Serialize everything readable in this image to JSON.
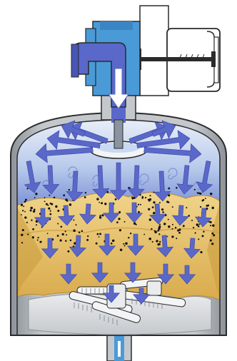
{
  "diagram": {
    "title": "",
    "labels": [],
    "components": [
      "valve-actuator-housing",
      "inlet-elbow-pipe",
      "tank-dome",
      "diffuser-plate",
      "media-bed",
      "underdrain-laterals",
      "outlet-pipe"
    ],
    "flow_direction": "downward",
    "colors": {
      "water": "#5a68c9",
      "water_light": "#c9d8f2",
      "pipe_blue": "#4a9ad8",
      "sand": "#e3bb62",
      "sand_dark": "#c99a3c",
      "steel": "#9aa0a6",
      "steel_light": "#d7dadd",
      "particle": "#111111",
      "outline": "#2a2a2a"
    }
  }
}
